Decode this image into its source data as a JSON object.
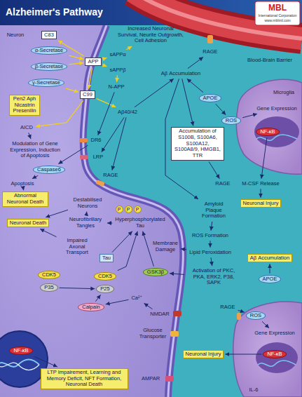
{
  "diagram": {
    "title": "Alzheimer's Pathway",
    "nodes": [
      {
        "text": [
          "C83"
        ]
      },
      {
        "text": [
          "α-Secretase"
        ]
      },
      {
        "text": [
          "β-Secretase"
        ]
      },
      {
        "text": [
          "APP"
        ]
      },
      {
        "text": [
          "sAPPα"
        ]
      },
      {
        "text": [
          "sAPPβ"
        ]
      },
      {
        "text": [
          "N-APP"
        ]
      },
      {
        "text": [
          "γ-Secretase"
        ]
      },
      {
        "text": [
          "C99"
        ]
      },
      {
        "text": [
          "Pen2 Aph Nicastrin Presenilin"
        ]
      },
      {
        "text": [
          "AICD"
        ]
      },
      {
        "text": [
          "Aβ40/42"
        ]
      },
      {
        "text": [
          "Modulation of Gene Expression, Induction of Apoptosis"
        ]
      },
      {
        "text": [
          "DR6"
        ]
      },
      {
        "text": [
          "LRP"
        ]
      },
      {
        "text": [
          "Caspase6"
        ]
      },
      {
        "text": [
          "RAGE"
        ]
      },
      {
        "text": [
          "Apoptosis"
        ]
      },
      {
        "text": [
          "Abnormal Neuronal Death"
        ]
      },
      {
        "text": [
          "Neuronal Death"
        ]
      },
      {
        "text": [
          "Destabilised Neurons"
        ]
      },
      {
        "text": [
          "Neurofibrillary Tangles"
        ]
      },
      {
        "text": [
          "P"
        ]
      },
      {
        "text": [
          "P"
        ]
      },
      {
        "text": [
          "P"
        ]
      },
      {
        "text": [
          "Hyperphosphorylated Tau"
        ]
      },
      {
        "text": [
          "Impaired Axonal Transport"
        ]
      },
      {
        "text": [
          "Tau"
        ]
      },
      {
        "text": [
          "Membrane Damage"
        ]
      },
      {
        "text": [
          "CDK5"
        ]
      },
      {
        "text": [
          "P35"
        ]
      },
      {
        "text": [
          "CDK5"
        ]
      },
      {
        "text": [
          "P25"
        ]
      },
      {
        "text": [
          "GSK3β"
        ]
      },
      {
        "text": [
          "Calpain"
        ]
      },
      {
        "text": [
          "Ca²⁺"
        ]
      },
      {
        "text": [
          "NMDAR"
        ]
      },
      {
        "text": [
          "Glucose Transporter"
        ]
      },
      {
        "text": [
          "NF-κB"
        ]
      },
      {
        "text": [
          "LTP Impairement, Learning and Memory Deficit, NFT Formation, Neuronal Death"
        ]
      },
      {
        "text": [
          "AMPAR"
        ]
      },
      {
        "text": [
          "Increased Neuronal Survival, Neurite Outgrowth, Cell Adhesion"
        ]
      },
      {
        "text": [
          "Aβ Accumulation"
        ]
      },
      {
        "text": [
          "RAGE"
        ]
      },
      {
        "text": [
          "APOE"
        ]
      },
      {
        "text": [
          "ROS"
        ]
      },
      {
        "text": [
          "Accumulation of S100B, S100A6, S100A12, S100A8/9, HMGB1, TTR"
        ]
      },
      {
        "text": [
          "Gene Expression"
        ]
      },
      {
        "text": [
          "NF-κB"
        ]
      },
      {
        "text": [
          "RAGE"
        ]
      },
      {
        "text": [
          "M-CSF Release"
        ]
      },
      {
        "text": [
          "Neuronal Injury"
        ]
      },
      {
        "text": [
          "Amyloid Plaque Formation"
        ]
      },
      {
        "text": [
          "ROS Formation"
        ]
      },
      {
        "text": [
          "Lipid Peroxidation"
        ]
      },
      {
        "text": [
          "Activation of PKC, PKA, ERK2, P38, SAPK"
        ]
      },
      {
        "text": [
          "Aβ Accumulation"
        ]
      },
      {
        "text": [
          "APOE"
        ]
      },
      {
        "text": [
          "RAGE"
        ]
      },
      {
        "text": [
          "ROS"
        ]
      },
      {
        "text": [
          "Gene Expression"
        ]
      },
      {
        "text": [
          "NF-κB"
        ]
      },
      {
        "text": [
          "Neuronal Injury"
        ]
      }
    ],
    "edges": [
      {
        "from": 1,
        "to": 3,
        "arrow": "to"
      },
      {
        "from": 2,
        "to": 3,
        "arrow": "to"
      },
      {
        "from": 7,
        "to": 8,
        "arrow": "to"
      },
      {
        "from": 3,
        "to": 0,
        "arrow": "to"
      },
      {
        "from": 3,
        "to": 4,
        "arrow": "to"
      },
      {
        "from": 4,
        "to": 41,
        "arrow": "to"
      },
      {
        "from": 3,
        "to": 5,
        "arrow": "to"
      },
      {
        "from": 5,
        "to": 6,
        "arrow": "to"
      },
      {
        "from": 3,
        "to": 8,
        "arrow": "to"
      },
      {
        "from": 8,
        "to": 11,
        "arrow": "to"
      },
      {
        "from": 8,
        "to": 10,
        "arrow": "to"
      },
      {
        "from": 10,
        "to": 12,
        "arrow": "to"
      },
      {
        "from": 6,
        "to": 13,
        "arrow": "to"
      },
      {
        "from": 13,
        "to": 15,
        "arrow": "to"
      },
      {
        "from": 15,
        "to": 17,
        "arrow": "to"
      },
      {
        "from": 17,
        "to": 18,
        "arrow": "to"
      },
      {
        "from": 11,
        "to": 14,
        "arrow": "to"
      },
      {
        "from": 11,
        "to": 16,
        "arrow": "to"
      },
      {
        "from": 11,
        "to": 42,
        "arrow": "to"
      },
      {
        "from": 44,
        "to": 42,
        "arrow": "to"
      },
      {
        "from": 42,
        "to": 43,
        "arrow": "to"
      },
      {
        "from": 42,
        "to": 46,
        "arrow": "to"
      },
      {
        "from": 44,
        "to": 45,
        "arrow": "to"
      },
      {
        "from": 45,
        "to": 47,
        "arrow": "to"
      },
      {
        "from": 48,
        "to": 50,
        "arrow": "to"
      },
      {
        "from": 50,
        "to": 51,
        "arrow": "to"
      },
      {
        "from": 46,
        "to": 49,
        "arrow": "to"
      },
      {
        "from": 42,
        "to": 52,
        "arrow": "to"
      },
      {
        "from": 52,
        "to": 53,
        "arrow": "to"
      },
      {
        "from": 53,
        "to": 54,
        "arrow": "to"
      },
      {
        "from": 54,
        "to": 28,
        "arrow": "to"
      },
      {
        "from": 54,
        "to": 55,
        "arrow": "to"
      },
      {
        "from": 55,
        "to": 33,
        "arrow": "to"
      },
      {
        "from": 33,
        "to": 25,
        "arrow": "to"
      },
      {
        "from": 27,
        "to": 25,
        "arrow": "to"
      },
      {
        "from": 31,
        "to": 25,
        "arrow": "to"
      },
      {
        "from": 25,
        "to": 21,
        "arrow": "to"
      },
      {
        "from": 21,
        "to": 20,
        "arrow": "to"
      },
      {
        "from": 20,
        "to": 19,
        "arrow": "to"
      },
      {
        "from": 26,
        "to": 19,
        "arrow": "to"
      },
      {
        "from": 30,
        "to": 32,
        "arrow": "to"
      },
      {
        "from": 34,
        "to": 32,
        "arrow": "to"
      },
      {
        "from": 35,
        "to": 34,
        "arrow": "to"
      },
      {
        "from": 36,
        "to": 35,
        "arrow": "to"
      },
      {
        "from": 38,
        "to": 39,
        "arrow": "to"
      },
      {
        "from": 57,
        "to": 56,
        "arrow": "to"
      },
      {
        "from": 58,
        "to": 59,
        "arrow": "to"
      },
      {
        "from": 59,
        "to": 60,
        "arrow": "to"
      },
      {
        "from": 61,
        "to": 62,
        "arrow": "to"
      }
    ],
    "labels": [
      "MBL",
      "International Corporation",
      "www.mblintl.com",
      "Blood-Brain Barrier",
      "Neuron",
      "Microglia",
      "IL-6"
    ]
  }
}
